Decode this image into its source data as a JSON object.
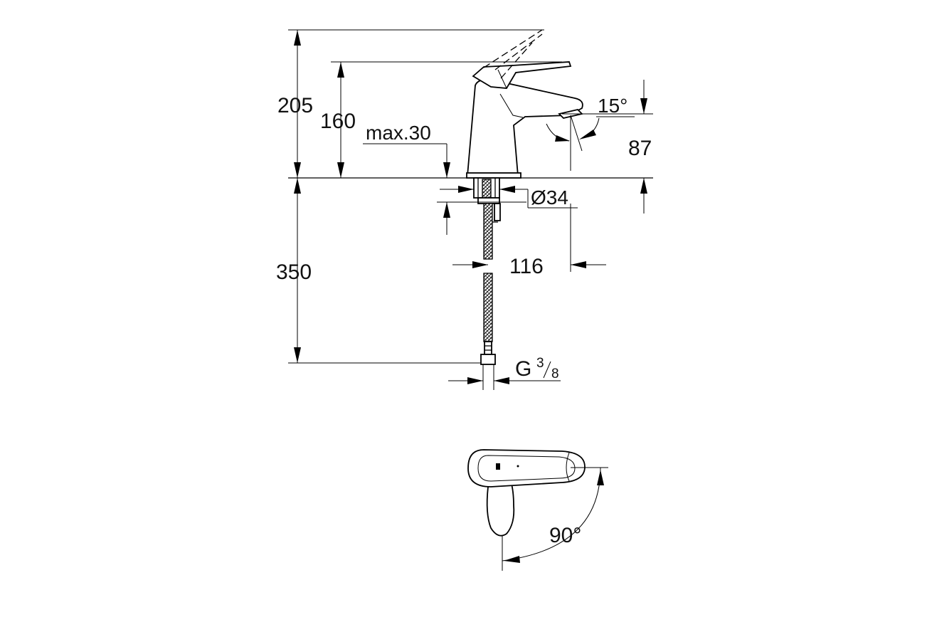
{
  "dimensions": {
    "total_height": "205",
    "lever_height": "160",
    "max_deck_thickness": "max.30",
    "spout_angle": "15°",
    "spout_outlet_height": "87",
    "mounting_hole_diameter": "Ø34",
    "hose_length": "350",
    "spout_reach": "116",
    "thread_prefix": "G",
    "thread_numerator": "3",
    "thread_denominator": "8",
    "lever_rotation_angle": "90°"
  }
}
